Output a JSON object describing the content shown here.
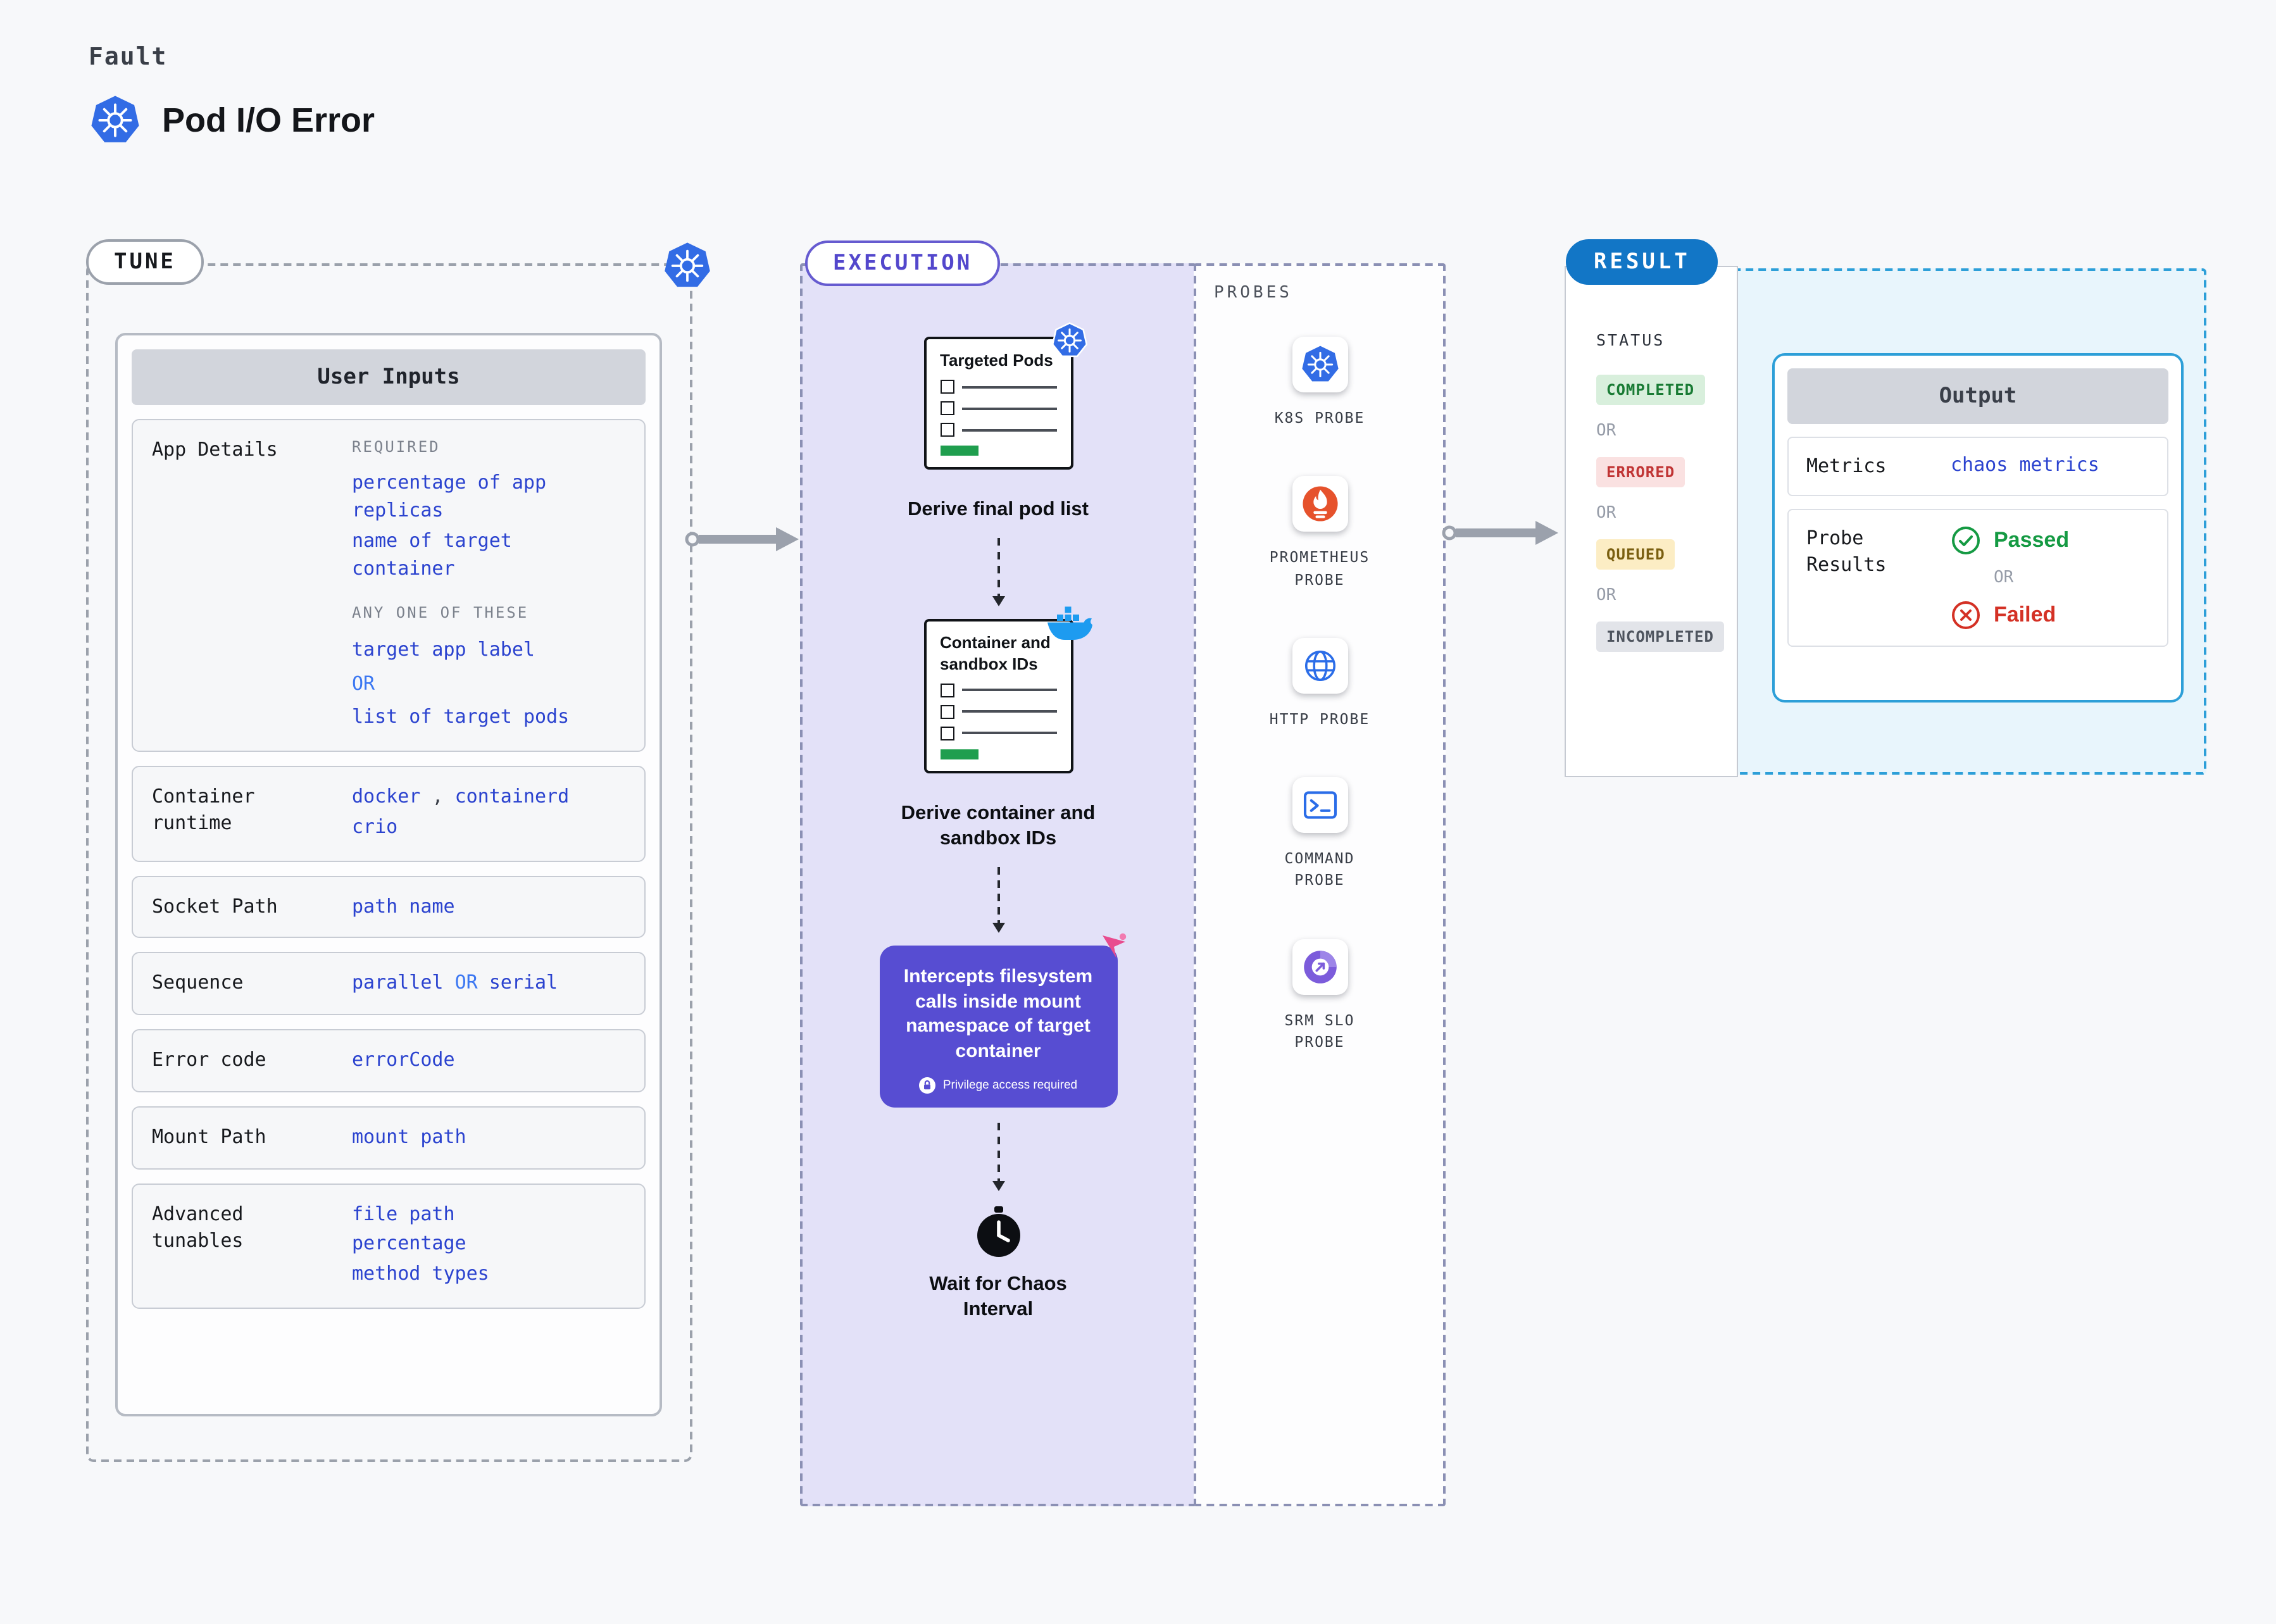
{
  "header": {
    "eyebrow": "Fault",
    "title": "Pod I/O Error"
  },
  "colors": {
    "value_blue": "#2b43cf",
    "kubernetes_blue": "#326ce5",
    "execution_purple": "#574dd2",
    "result_blue": "#1276c6",
    "success_green": "#159a43",
    "fail_red": "#d43125"
  },
  "tune": {
    "label": "TUNE",
    "panel_title": "User Inputs",
    "app_details": {
      "label": "App Details",
      "required_heading": "REQUIRED",
      "required_values": [
        "percentage of app replicas",
        "name of target container"
      ],
      "any_one_heading": "ANY ONE OF THESE",
      "option_a": "target app label",
      "or": "OR",
      "option_b": "list of target pods"
    },
    "container_runtime": {
      "label": "Container runtime",
      "value_1": "docker",
      "separator": ",",
      "value_2": "containerd",
      "value_3": "crio"
    },
    "socket_path": {
      "label": "Socket Path",
      "value": "path name"
    },
    "sequence": {
      "label": "Sequence",
      "value_1": "parallel",
      "or": "OR",
      "value_2": "serial"
    },
    "error_code": {
      "label": "Error code",
      "value": "errorCode"
    },
    "mount_path": {
      "label": "Mount Path",
      "value": "mount path"
    },
    "advanced_tunables": {
      "label": "Advanced tunables",
      "values": [
        "file path",
        "percentage",
        "method types"
      ]
    }
  },
  "execution": {
    "label": "EXECUTION",
    "step_1": {
      "doc_title": "Targeted Pods",
      "caption": "Derive final pod list"
    },
    "step_2": {
      "doc_title": "Container and sandbox IDs",
      "caption": "Derive container and sandbox IDs"
    },
    "step_3": {
      "text": "Intercepts filesystem calls inside mount namespace of target container",
      "note": "Privilege access required"
    },
    "step_4": {
      "caption": "Wait for Chaos Interval"
    }
  },
  "probes": {
    "label": "PROBES",
    "items": [
      {
        "icon": "k8s-icon",
        "label": "K8S PROBE"
      },
      {
        "icon": "prometheus-icon",
        "label": "PROMETHEUS PROBE"
      },
      {
        "icon": "http-globe-icon",
        "label": "HTTP PROBE"
      },
      {
        "icon": "command-terminal-icon",
        "label": "COMMAND PROBE"
      },
      {
        "icon": "srm-slo-icon",
        "label": "SRM SLO PROBE"
      }
    ]
  },
  "result": {
    "label": "RESULT",
    "status_heading": "STATUS",
    "or": "OR",
    "statuses": [
      {
        "label": "COMPLETED",
        "kind": "success"
      },
      {
        "label": "ERRORED",
        "kind": "error"
      },
      {
        "label": "QUEUED",
        "kind": "queued"
      },
      {
        "label": "INCOMPLETED",
        "kind": "incomplete"
      }
    ],
    "output": {
      "title": "Output",
      "metrics_label": "Metrics",
      "metrics_value": "chaos metrics",
      "probe_results_label": "Probe Results",
      "passed": "Passed",
      "or": "OR",
      "failed": "Failed"
    }
  }
}
